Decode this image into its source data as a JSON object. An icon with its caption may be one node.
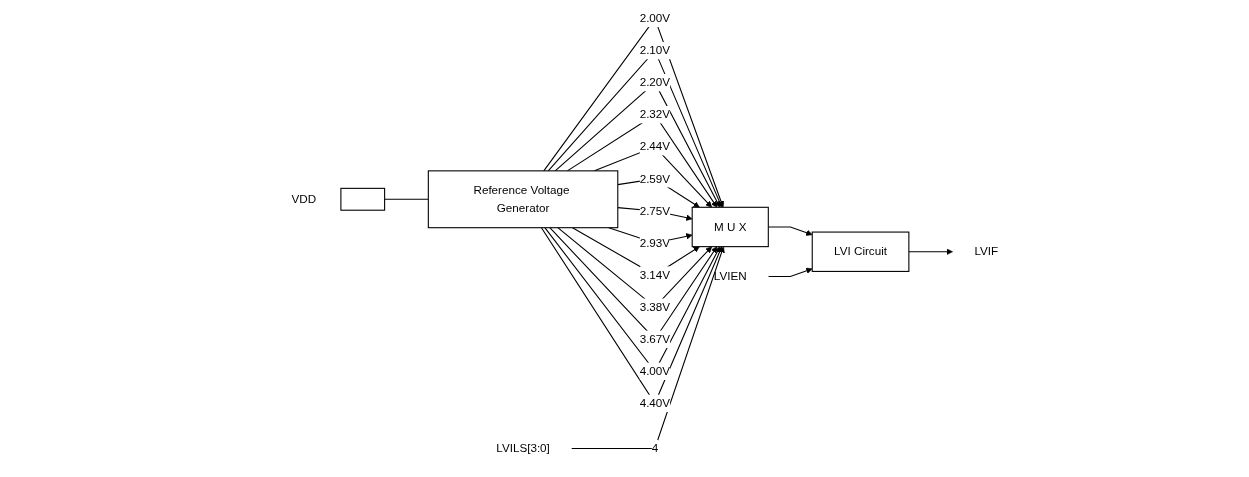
{
  "diagram": {
    "nodes": [
      {
        "text": [],
        "shape": "box",
        "beside": [
          "VDD"
        ]
      },
      {
        "text": [
          "Reference Voltage Generator"
        ]
      },
      {
        "text": [
          "M U X"
        ]
      },
      {
        "text": [
          "LVI Circuit"
        ]
      },
      {
        "text": [
          "LVIF"
        ]
      },
      {
        "text": [
          "LVIEN"
        ]
      },
      {
        "text": [
          "LVILS[3:0]"
        ]
      }
    ],
    "edges": [
      {
        "from": 0,
        "to": 1,
        "arrow": "none"
      },
      {
        "from": 1,
        "to": 2,
        "arrow": "to",
        "label": "2.00V"
      },
      {
        "from": 1,
        "to": 2,
        "arrow": "to",
        "label": "2.10V"
      },
      {
        "from": 1,
        "to": 2,
        "arrow": "to",
        "label": "2.20V"
      },
      {
        "from": 1,
        "to": 2,
        "arrow": "to",
        "label": "2.32V"
      },
      {
        "from": 1,
        "to": 2,
        "arrow": "to",
        "label": "2.44V"
      },
      {
        "from": 1,
        "to": 2,
        "arrow": "to",
        "label": "2.59V"
      },
      {
        "from": 1,
        "to": 2,
        "arrow": "to",
        "label": "2.75V"
      },
      {
        "from": 1,
        "to": 2,
        "arrow": "to",
        "label": "2.93V"
      },
      {
        "from": 1,
        "to": 2,
        "arrow": "to",
        "label": "3.14V"
      },
      {
        "from": 1,
        "to": 2,
        "arrow": "to",
        "label": "3.38V"
      },
      {
        "from": 1,
        "to": 2,
        "arrow": "to",
        "label": "3.67V"
      },
      {
        "from": 1,
        "to": 2,
        "arrow": "to",
        "label": "4.00V"
      },
      {
        "from": 1,
        "to": 2,
        "arrow": "to",
        "label": "4.40V"
      },
      {
        "from": 2,
        "to": 3,
        "arrow": "to"
      },
      {
        "from": 3,
        "to": 4,
        "arrow": "to"
      },
      {
        "from": 5,
        "to": 3,
        "arrow": "to"
      },
      {
        "from": 6,
        "to": 2,
        "arrow": "to",
        "label": "4"
      }
    ]
  }
}
